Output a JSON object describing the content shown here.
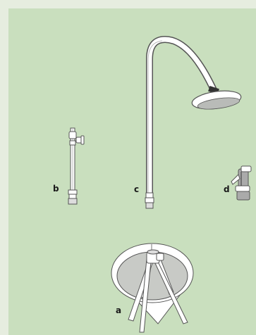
{
  "labels": {
    "a": "a",
    "b": "b",
    "c": "c",
    "d": "d"
  },
  "colors": {
    "background": "#e6eddf",
    "panel": "#c9dfbe",
    "metal": "#ffffff",
    "shade": "#b7b9b6",
    "outline": "#555555"
  }
}
